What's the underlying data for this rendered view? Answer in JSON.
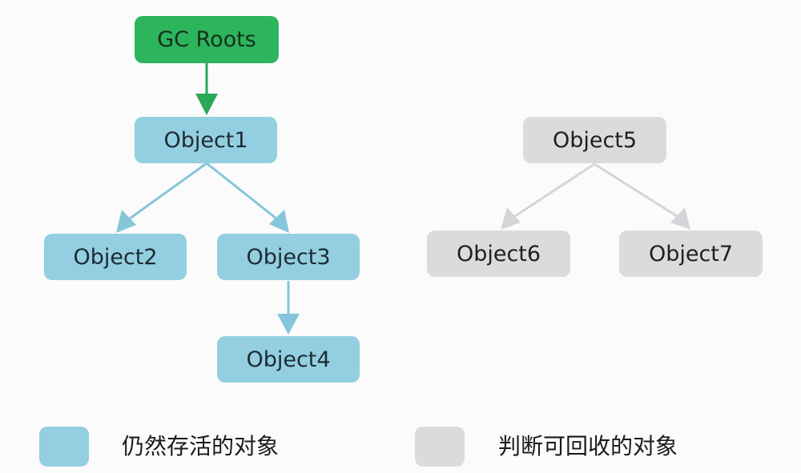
{
  "colors": {
    "root": "#2db55d",
    "alive": "#93cfe0",
    "dead": "#dcdadd",
    "root_arrow": "#2aa856",
    "alive_arrow": "#85c6da",
    "dead_arrow": "#d6d4d8"
  },
  "nodes": {
    "gc_roots": "GC Roots",
    "object1": "Object1",
    "object2": "Object2",
    "object3": "Object3",
    "object4": "Object4",
    "object5": "Object5",
    "object6": "Object6",
    "object7": "Object7"
  },
  "edges": [
    {
      "from": "gc_roots",
      "to": "object1",
      "kind": "root"
    },
    {
      "from": "object1",
      "to": "object2",
      "kind": "alive"
    },
    {
      "from": "object1",
      "to": "object3",
      "kind": "alive"
    },
    {
      "from": "object3",
      "to": "object4",
      "kind": "alive"
    },
    {
      "from": "object5",
      "to": "object6",
      "kind": "dead"
    },
    {
      "from": "object5",
      "to": "object7",
      "kind": "dead"
    }
  ],
  "legend": {
    "alive_label": "仍然存活的对象",
    "dead_label": "判断可回收的对象"
  }
}
